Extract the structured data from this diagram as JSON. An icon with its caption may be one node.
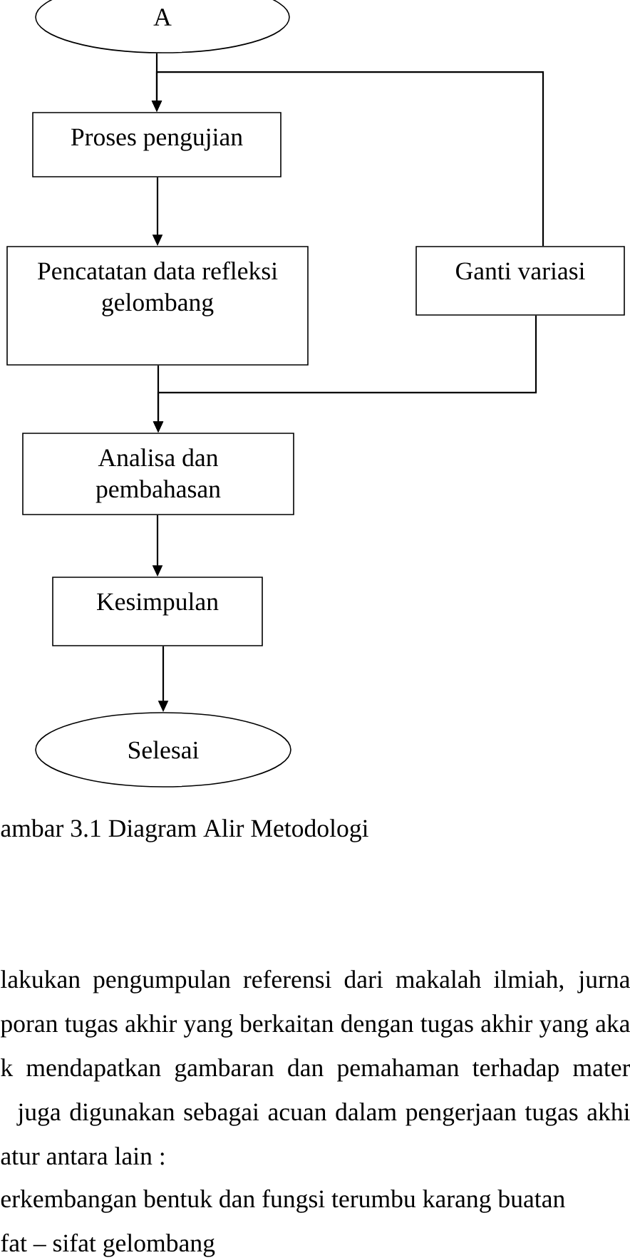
{
  "diagram": {
    "caption": "ambar 3.1 Diagram Alir Metodologi",
    "nodes": [
      {
        "text": [
          "A"
        ]
      },
      {
        "text": [
          "Proses pengujian"
        ]
      },
      {
        "text": [
          "Pencatatan data refleksi gelombang"
        ]
      },
      {
        "text": [
          "Ganti variasi"
        ]
      },
      {
        "text": [
          "Analisa dan pembahasan"
        ]
      },
      {
        "text": [
          "Kesimpulan"
        ]
      },
      {
        "text": [
          "Selesai"
        ]
      }
    ],
    "edges": [
      {
        "from": 0,
        "to": 1,
        "arrow": "to"
      },
      {
        "from": 1,
        "to": 2,
        "arrow": "to"
      },
      {
        "from": 2,
        "to": 4,
        "arrow": "to"
      },
      {
        "from": 3,
        "to": 1,
        "arrow": "to"
      },
      {
        "from": 3,
        "to": 4,
        "arrow": "to"
      },
      {
        "from": 4,
        "to": 5,
        "arrow": "to"
      },
      {
        "from": 5,
        "to": 6,
        "arrow": "to"
      }
    ],
    "labels": [
      "lakukan pengumpulan referensi dari makalah ilmiah, jurna",
      "poran tugas akhir yang berkaitan dengan tugas akhir yang aka",
      "k mendapatkan gambaran dan pemahaman terhadap mater",
      "juga digunakan sebagai acuan dalam pengerjaan tugas akhi",
      "atur antara lain :",
      "erkembangan bentuk dan fungsi terumbu karang buatan",
      "fat – sifat gelombang"
    ]
  }
}
